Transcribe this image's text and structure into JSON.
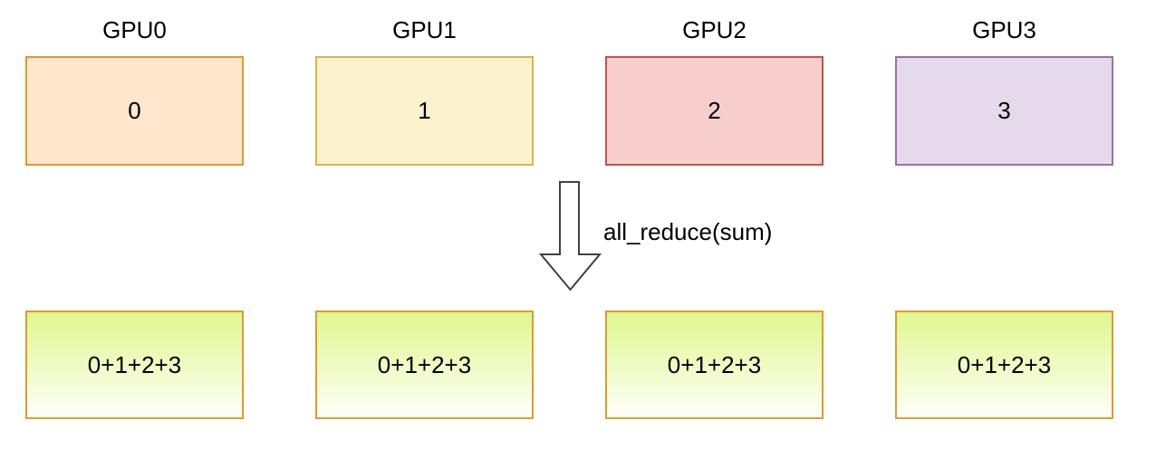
{
  "diagram": {
    "operation_label": "all_reduce(sum)",
    "arrow": {
      "fill": "#FFFFFF",
      "stroke": "#404040"
    },
    "gpus": [
      {
        "name": "GPU0",
        "value": "0",
        "fill": "#FFE6CC",
        "border": "#DB9B33"
      },
      {
        "name": "GPU1",
        "value": "1",
        "fill": "#FCF1CD",
        "border": "#D2B656"
      },
      {
        "name": "GPU2",
        "value": "2",
        "fill": "#F8CECC",
        "border": "#BE5350"
      },
      {
        "name": "GPU3",
        "value": "3",
        "fill": "#E5D9EB",
        "border": "#9673A6"
      }
    ],
    "results": [
      {
        "value": "0+1+2+3"
      },
      {
        "value": "0+1+2+3"
      },
      {
        "value": "0+1+2+3"
      },
      {
        "value": "0+1+2+3"
      }
    ],
    "result_style": {
      "gradient_top": "#DFF78F",
      "gradient_bottom": "#FEFFF8",
      "border": "#DB9B33"
    }
  }
}
